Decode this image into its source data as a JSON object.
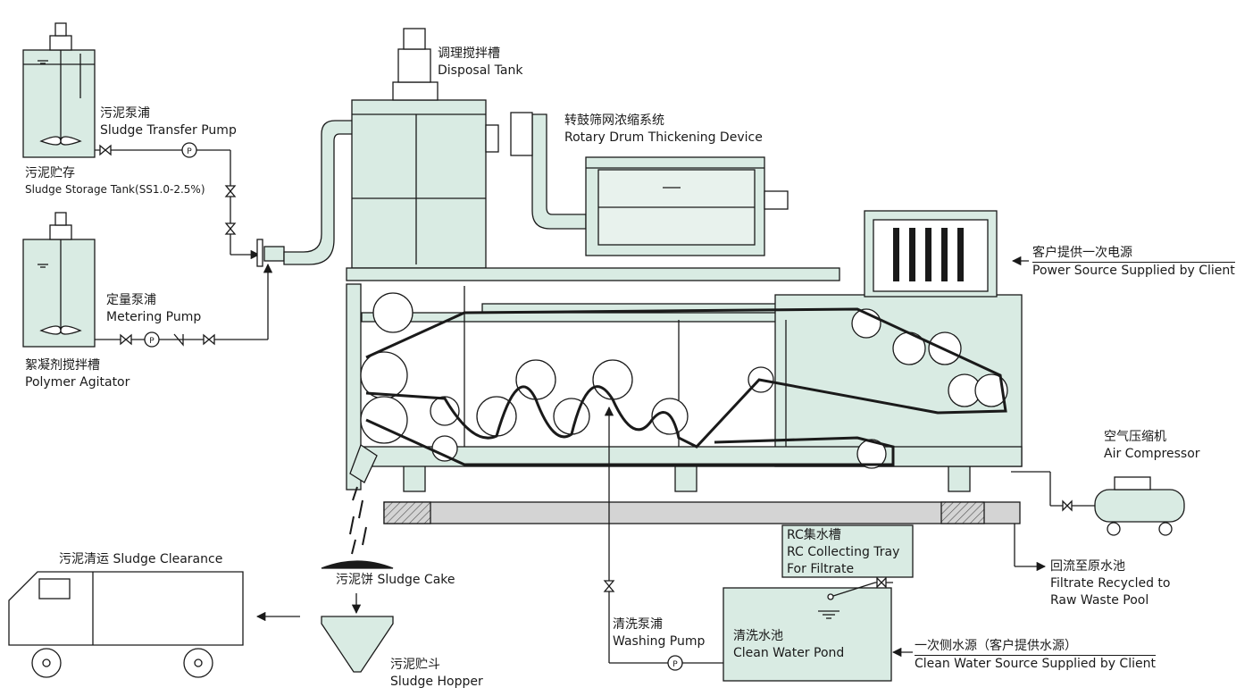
{
  "labels": {
    "disposal_tank": {
      "zh": "调理搅拌槽",
      "en": "Disposal Tank"
    },
    "sludge_transfer_pump": {
      "zh": "污泥泵浦",
      "en": "Sludge Transfer Pump"
    },
    "sludge_storage_tank": {
      "zh": "污泥贮存",
      "en": "Sludge Storage Tank(SS1.0-2.5%)"
    },
    "rotary_drum": {
      "zh": "转鼓筛网浓缩系统",
      "en": "Rotary Drum Thickening Device"
    },
    "metering_pump": {
      "zh": "定量泵浦",
      "en": "Metering Pump"
    },
    "polymer_agitator": {
      "zh": "絮凝剂搅拌槽",
      "en": "Polymer Agitator"
    },
    "power_source": {
      "zh": "客户提供一次电源",
      "en": "Power Source Supplied by Client"
    },
    "air_compressor": {
      "zh": "空气压缩机",
      "en": "Air Compressor"
    },
    "rc_tray": {
      "line1": "RC集水槽",
      "line2": "RC Collecting Tray",
      "line3": "For Filtrate"
    },
    "filtrate_recycled": {
      "zh": "回流至原水池",
      "en1": "Filtrate Recycled to",
      "en2": "Raw Waste Pool"
    },
    "sludge_clearance": {
      "text": "污泥清运  Sludge Clearance"
    },
    "sludge_cake": {
      "text": "污泥饼  Sludge Cake"
    },
    "sludge_hopper": {
      "zh": "污泥贮斗",
      "en": "Sludge Hopper"
    },
    "washing_pump": {
      "zh": "清洗泵浦",
      "en": "Washing Pump"
    },
    "clean_water_pond": {
      "zh": "清洗水池",
      "en": "Clean Water Pond"
    },
    "clean_water_source": {
      "zh": "一次侧水源（客户提供水源）",
      "en": "Clean Water Source Supplied by Client"
    }
  },
  "pump_symbol": "P",
  "colors": {
    "equipment_fill": "#d9ebe3",
    "line": "#1a1a1a",
    "ground": "#c9c9c9"
  }
}
